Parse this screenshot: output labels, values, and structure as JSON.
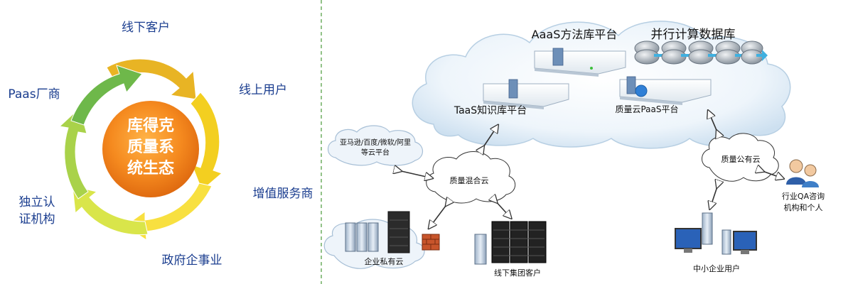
{
  "ecosystem": {
    "center": [
      "库得克",
      "质量系",
      "统生态"
    ],
    "labels": {
      "offline_customers": "线下客户",
      "online_users": "线上用户",
      "value_added": "增值服务商",
      "gov_enterprise": "政府企事业",
      "cert_line1": "独立认",
      "cert_line2": "证机构",
      "paas_vendors": "Paas厂商"
    },
    "arrow_colors": [
      "#e8b424",
      "#f3cf20",
      "#f8e040",
      "#d9e54a",
      "#a9d24a",
      "#6eb84a",
      "#8f9a2e"
    ]
  },
  "cloud_network": {
    "main_cloud": {
      "aaas": "AaaS方法库平台",
      "parallel_db": "并行计算数据库",
      "taas": "TaaS知识库平台",
      "paas": "质量云PaaS平台"
    },
    "hybrid_cloud": "质量混合云",
    "public_cloud": "质量公有云",
    "private_cloud": "企业私有云",
    "provider_cloud_line1": "亚马逊/百度/微软/阿里",
    "provider_cloud_line2": "等云平台",
    "offline_group": "线下集团客户",
    "sme_users": "中小企业用户",
    "industry_line1": "行业QA咨询",
    "industry_line2": "机构和个人"
  }
}
